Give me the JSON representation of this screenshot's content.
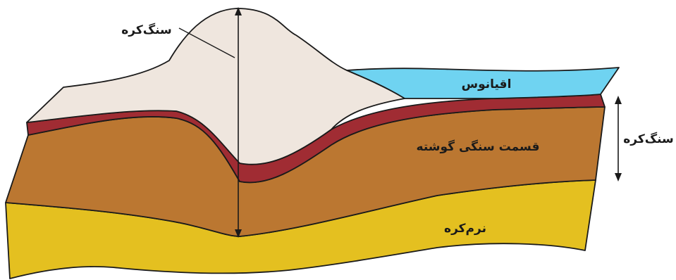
{
  "labels": {
    "lithosphere_top": "سنگ‌کره",
    "ocean": "اقیانوس",
    "molten_rock": "قسمت سنگی گوشته",
    "lithosphere_right": "سنگ‌کره",
    "asthenosphere": "نرم‌کره"
  },
  "colors": {
    "mountain_crust": "#efe6de",
    "ocean_water": "#6fd3f1",
    "red_layer": "#a02c33",
    "brown_layer": "#bb7731",
    "yellow_layer": "#e4c020",
    "outline": "#1a1a1a"
  }
}
